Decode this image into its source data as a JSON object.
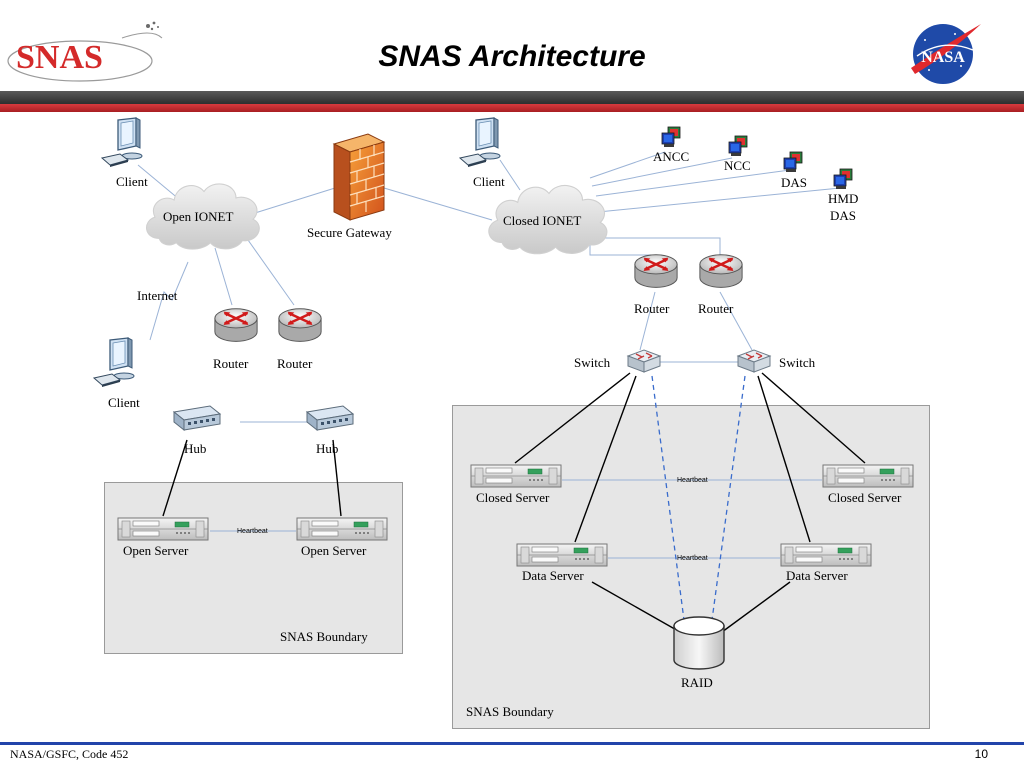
{
  "slide": {
    "title": "SNAS Architecture",
    "logo_left_text": "SNAS",
    "logo_right_text": "NASA",
    "footer_left": "NASA/GSFC, Code 452",
    "page_number": "10"
  },
  "colors": {
    "header_bar_dark": "#3c3c3c",
    "header_bar_red": "#c8282d",
    "footer_rule": "#2244aa",
    "boundary_fill": "#e6e6e6",
    "heartbeat_dash": "#3a6ccc",
    "snas_logo_red": "#d42a2a"
  },
  "left_network": {
    "client_top": "Client",
    "cloud": "Open IONET",
    "gateway": "Secure Gateway",
    "internet": "Internet",
    "client_bottom": "Client",
    "router_1": "Router",
    "router_2": "Router",
    "hub_1": "Hub",
    "hub_2": "Hub",
    "server_1": "Open Server",
    "server_2": "Open Server",
    "heartbeat": "Heartbeat",
    "boundary": "SNAS Boundary"
  },
  "right_network": {
    "client": "Client",
    "cloud": "Closed IONET",
    "ancc": "ANCC",
    "ncc": "NCC",
    "das": "DAS",
    "hmd_das_line1": "HMD",
    "hmd_das_line2": "DAS",
    "router_1": "Router",
    "router_2": "Router",
    "switch_1": "Switch",
    "switch_2": "Switch",
    "closed_server_1": "Closed Server",
    "closed_server_2": "Closed Server",
    "data_server_1": "Data Server",
    "data_server_2": "Data Server",
    "heartbeat_1": "Heartbeat",
    "heartbeat_2": "Heartbeat",
    "raid": "RAID",
    "boundary": "SNAS Boundary"
  }
}
